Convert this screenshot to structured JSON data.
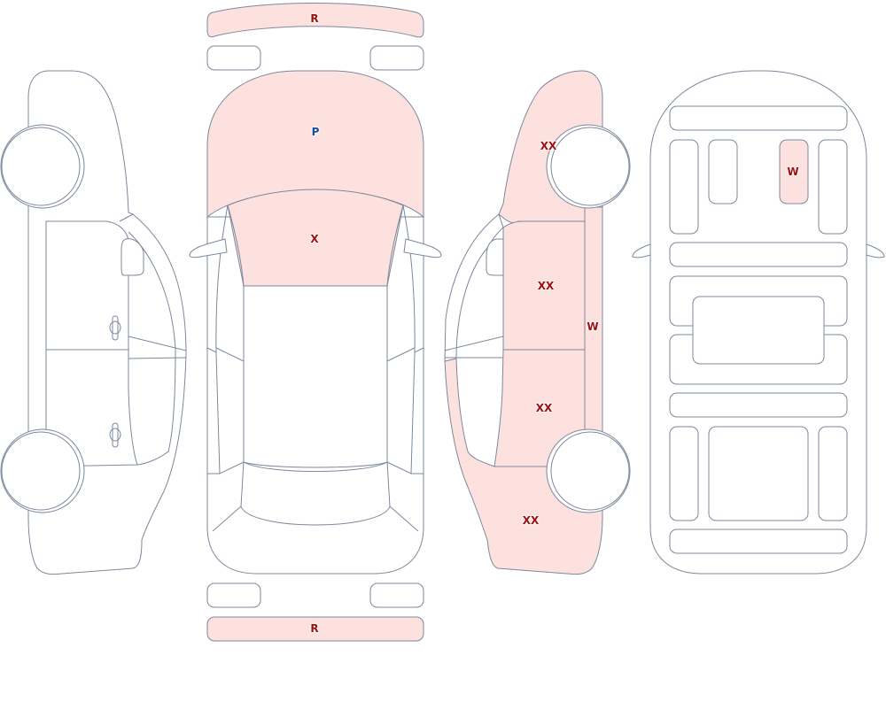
{
  "colors": {
    "outline": "#7c889c",
    "damaged_fill": "#fde1df",
    "code_red": "#9b0f0f",
    "code_blue": "#1450a0"
  },
  "marks": [
    {
      "id": "front-bumper",
      "code": "R",
      "color": "#9b0f0f"
    },
    {
      "id": "hood",
      "code": "P",
      "color": "#1450a0"
    },
    {
      "id": "windshield",
      "code": "X",
      "color": "#9b0f0f"
    },
    {
      "id": "rear-bumper",
      "code": "R",
      "color": "#9b0f0f"
    },
    {
      "id": "right-front-fender",
      "code": "XX",
      "color": "#9b0f0f"
    },
    {
      "id": "right-front-door",
      "code": "XX",
      "color": "#9b0f0f"
    },
    {
      "id": "right-rocker",
      "code": "W",
      "color": "#9b0f0f"
    },
    {
      "id": "right-rear-door",
      "code": "XX",
      "color": "#9b0f0f"
    },
    {
      "id": "right-quarter-panel",
      "code": "XX",
      "color": "#9b0f0f"
    },
    {
      "id": "underbody-panel",
      "code": "W",
      "color": "#9b0f0f"
    }
  ]
}
